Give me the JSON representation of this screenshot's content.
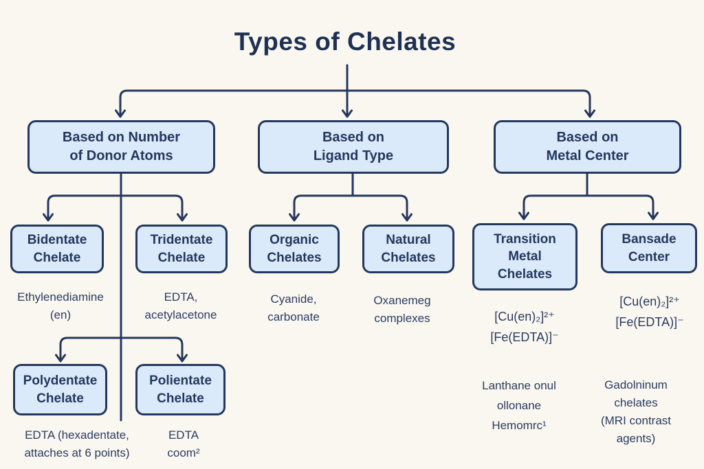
{
  "title": "Types of Chelates",
  "colors": {
    "background": "#faf7f1",
    "navy": "#24375c",
    "box_fill": "#dbeafa"
  },
  "branches": [
    {
      "label": "Based on Number\nof Donor Atoms",
      "children": [
        {
          "label": "Bidentate\nChelate",
          "example": "Ethylenediamine\n(en)"
        },
        {
          "label": "Tridentate\nChelate",
          "example": "EDTA,\nacetylacetone"
        },
        {
          "label": "Polydentate\nChelate",
          "example": "EDTA (hexadentate,\nattaches at 6 points)"
        },
        {
          "label": "Polientate\nChelate",
          "example": "EDTA\ncoom²"
        }
      ]
    },
    {
      "label": "Based on\nLigand Type",
      "children": [
        {
          "label": "Organic\nChelates",
          "example": "Cyanide,\ncarbonate"
        },
        {
          "label": "Natural\nChelates",
          "example": "Oxanemeg\ncomplexes"
        }
      ]
    },
    {
      "label": "Based on\nMetal Center",
      "children": [
        {
          "label": "Transition\nMetal\nChelates",
          "example": "[Cu(en)₂]²⁺\n[Fe(EDTA)]⁻",
          "note": "Lanthane onul\nollonane\nHemomrc¹"
        },
        {
          "label": "Bansade\nCenter",
          "example": "[Cu(en)₂]²⁺\n[Fe(EDTA)]⁻",
          "note": "Gadolninum\nchelates\n(MRI contrast\nagents)"
        }
      ]
    }
  ]
}
